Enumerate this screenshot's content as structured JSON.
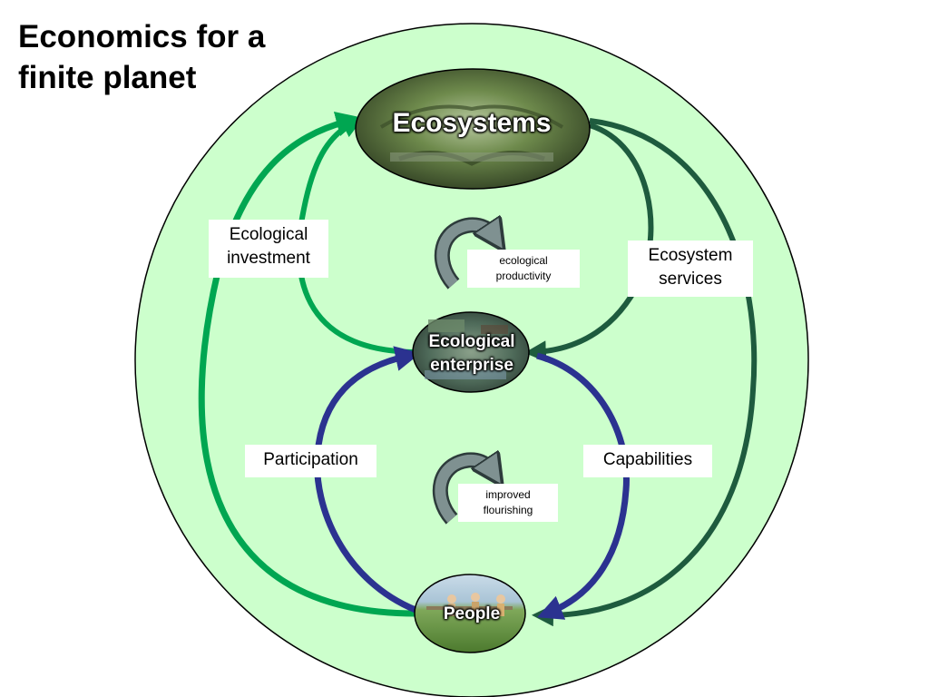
{
  "title": "Economics for a finite planet",
  "nodes": {
    "ecosystems": "Ecosystems",
    "enterprise_line1": "Ecological",
    "enterprise_line2": "enterprise",
    "people": "People"
  },
  "labels": {
    "ecological_investment_line1": "Ecological",
    "ecological_investment_line2": "investment",
    "ecosystem_services_line1": "Ecosystem",
    "ecosystem_services_line2": "services",
    "participation": "Participation",
    "capabilities": "Capabilities",
    "ecological_productivity_line1": "ecological",
    "ecological_productivity_line2": "productivity",
    "improved_flourishing_line1": "improved",
    "improved_flourishing_line2": "flourishing"
  },
  "colors": {
    "planet_fill": "#ccffcc",
    "green_arrow": "#00a651",
    "dark_green_arrow": "#1e5b3e",
    "blue_arrow": "#2b3290",
    "cycle_arrow": "#7f9191"
  }
}
